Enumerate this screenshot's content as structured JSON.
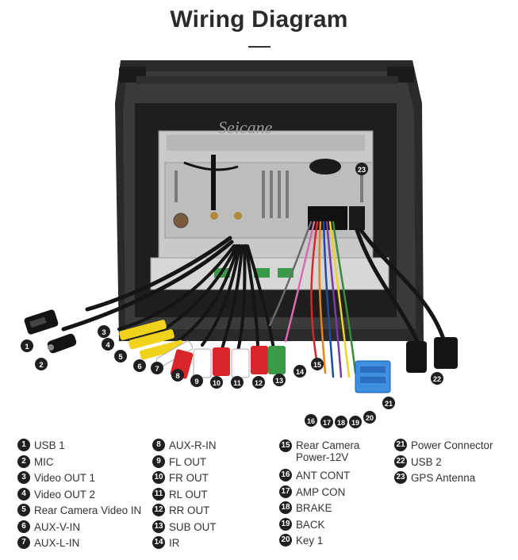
{
  "header": {
    "title": "Wiring Diagram"
  },
  "figure": {
    "watermark": "Seicane"
  },
  "callouts": [
    "1",
    "2",
    "3",
    "4",
    "5",
    "6",
    "7",
    "8",
    "9",
    "10",
    "11",
    "12",
    "13",
    "14",
    "15",
    "16",
    "17",
    "18",
    "19",
    "20",
    "21",
    "22",
    "23"
  ],
  "legend": {
    "col1": [
      {
        "num": "1",
        "label": "USB 1"
      },
      {
        "num": "2",
        "label": "MIC"
      },
      {
        "num": "3",
        "label": "Video OUT 1"
      },
      {
        "num": "4",
        "label": "Video OUT 2"
      },
      {
        "num": "5",
        "label": "Rear Camera Video IN"
      },
      {
        "num": "6",
        "label": "AUX-V-IN"
      },
      {
        "num": "7",
        "label": "AUX-L-IN"
      }
    ],
    "col2": [
      {
        "num": "8",
        "label": "AUX-R-IN"
      },
      {
        "num": "9",
        "label": "FL OUT"
      },
      {
        "num": "10",
        "label": "FR OUT"
      },
      {
        "num": "11",
        "label": "RL OUT"
      },
      {
        "num": "12",
        "label": "RR OUT"
      },
      {
        "num": "13",
        "label": "SUB OUT"
      },
      {
        "num": "14",
        "label": "IR"
      }
    ],
    "col3": [
      {
        "num": "15",
        "label": "Rear Camera",
        "label2": "Power-12V"
      },
      {
        "num": "16",
        "label": "ANT CONT"
      },
      {
        "num": "17",
        "label": "AMP CON"
      },
      {
        "num": "18",
        "label": "BRAKE"
      },
      {
        "num": "19",
        "label": "BACK"
      },
      {
        "num": "20",
        "label": "Key 1"
      }
    ],
    "col4": [
      {
        "num": "21",
        "label": "Power Connector"
      },
      {
        "num": "22",
        "label": "USB 2"
      },
      {
        "num": "23",
        "label": "GPS Antenna"
      }
    ]
  }
}
